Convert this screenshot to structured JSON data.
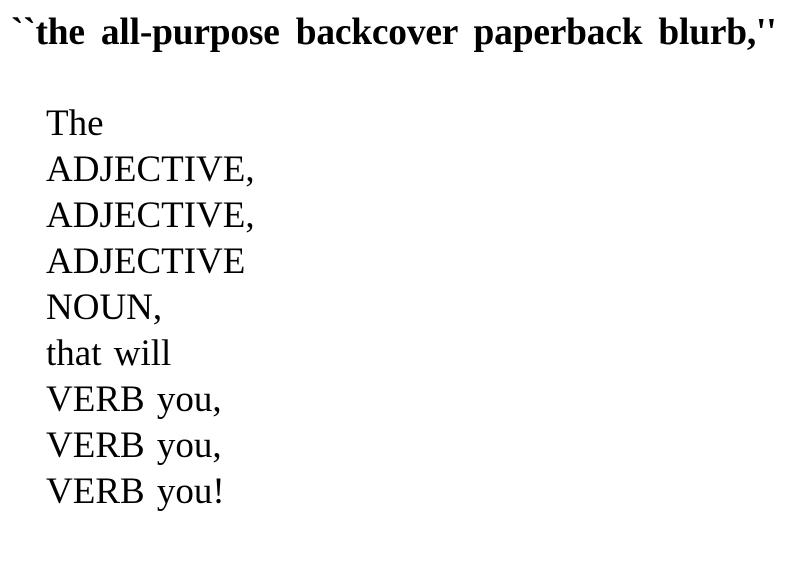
{
  "document": {
    "background_color": "#ffffff",
    "text_color": "#000000",
    "headline": "``the all-purpose backcover paperback blurb,''",
    "body_lines": [
      {
        "text": "The"
      },
      {
        "text": "ADJECTIVE,"
      },
      {
        "text": "ADJECTIVE,"
      },
      {
        "text": "ADJECTIVE"
      },
      {
        "text": "NOUN,"
      },
      {
        "text": "that will"
      },
      {
        "text": "VERB you,"
      },
      {
        "text": "VERB you,"
      },
      {
        "text": "VERB you!"
      }
    ]
  }
}
